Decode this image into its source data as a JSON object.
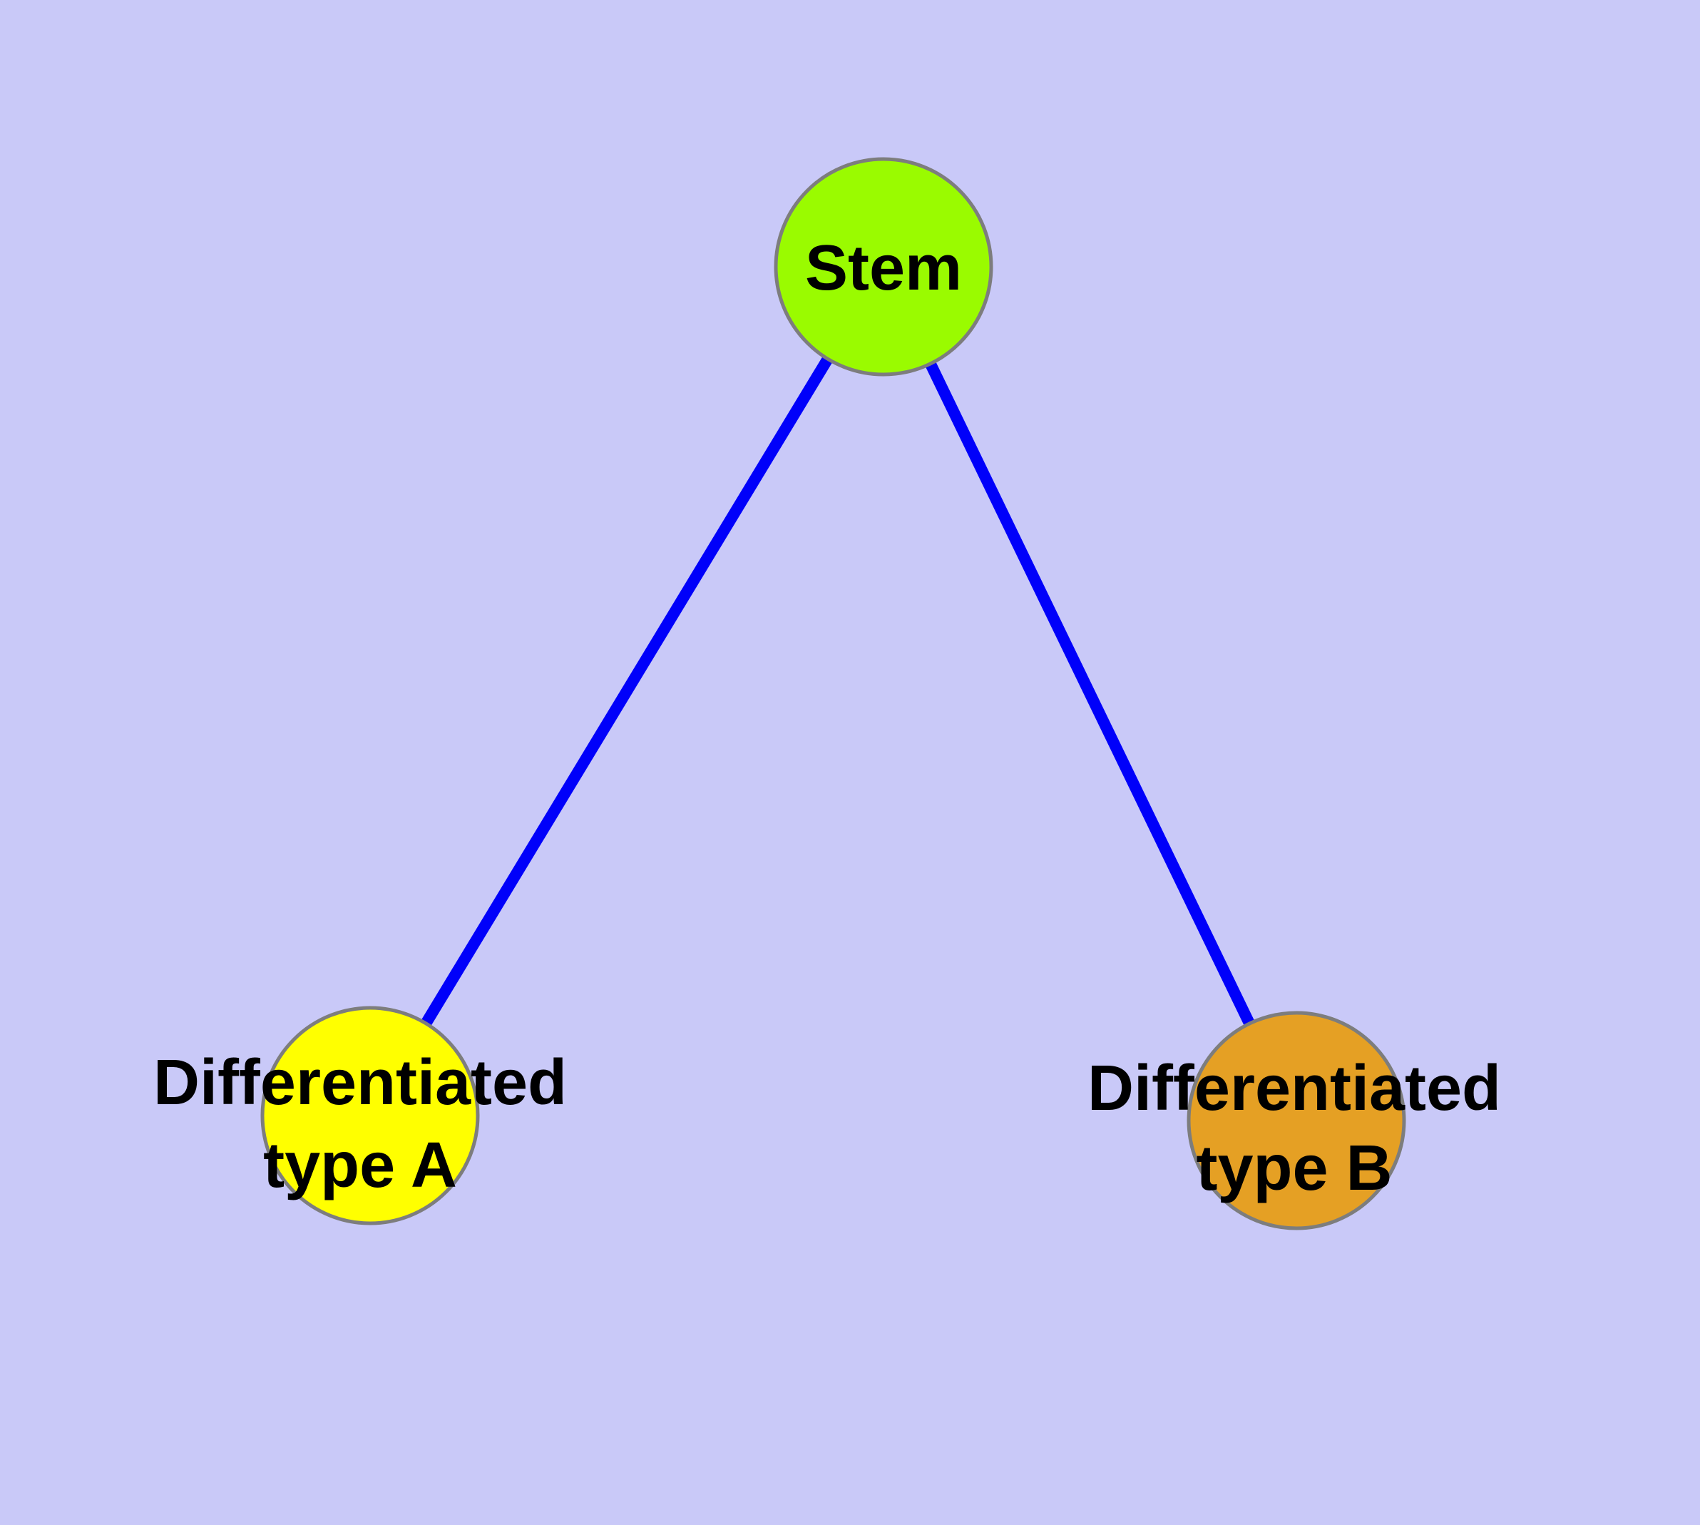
{
  "diagram": {
    "type": "graph",
    "background_color": "#C9C9F8",
    "edge_color": "#0000FA",
    "node_border_color": "#7D7D7D",
    "label_color": "#000000",
    "nodes": {
      "stem": {
        "label": "Stem",
        "fill": "#9AFB00"
      },
      "type_a": {
        "label_lines": [
          "Differentiated",
          "type A"
        ],
        "fill": "#FFFF00"
      },
      "type_b": {
        "label_lines": [
          "Differentiated",
          "type B"
        ],
        "fill": "#E5A024"
      }
    },
    "edges": [
      {
        "from": "stem",
        "to": "type_a"
      },
      {
        "from": "stem",
        "to": "type_b"
      }
    ]
  }
}
